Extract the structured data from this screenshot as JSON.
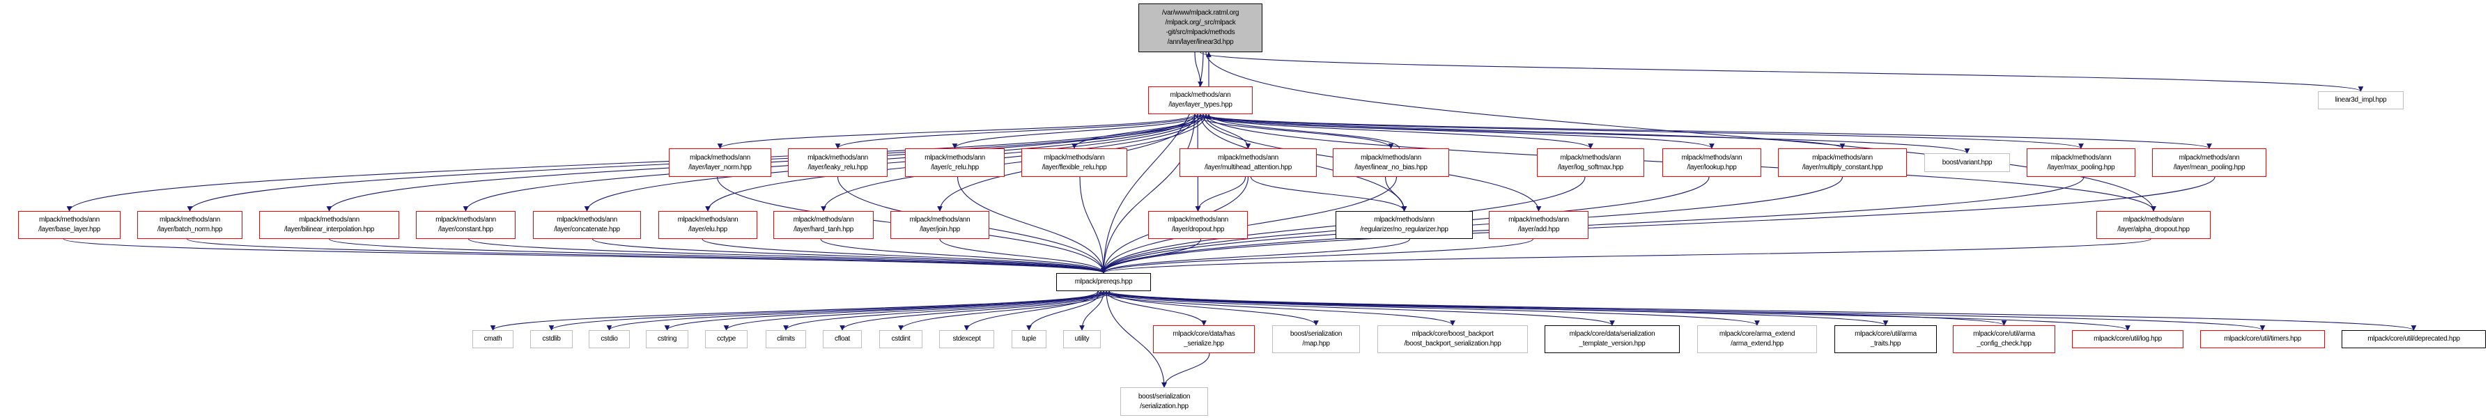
{
  "graph": {
    "edge_color": "#191970",
    "legend_colors": {
      "root": "#bfbfbf",
      "red": "#ff0000",
      "black": "#000000",
      "gray": "#bfbfbf"
    },
    "nodes": [
      {
        "id": "root",
        "label": "/var/www/mlpack.ratml.org\n/mlpack.org/_src/mlpack\n-git/src/mlpack/methods\n/ann/layer/linear3d.hpp",
        "style": "root"
      },
      {
        "id": "layer_types",
        "label": "mlpack/methods/ann\n/layer/layer_types.hpp",
        "style": "red"
      },
      {
        "id": "linear3d_impl",
        "label": "linear3d_impl.hpp",
        "style": "gray"
      },
      {
        "id": "layer_norm",
        "label": "mlpack/methods/ann\n/layer/layer_norm.hpp",
        "style": "red"
      },
      {
        "id": "leaky_relu",
        "label": "mlpack/methods/ann\n/layer/leaky_relu.hpp",
        "style": "red"
      },
      {
        "id": "c_relu",
        "label": "mlpack/methods/ann\n/layer/c_relu.hpp",
        "style": "red"
      },
      {
        "id": "flexible_relu",
        "label": "mlpack/methods/ann\n/layer/flexible_relu.hpp",
        "style": "red"
      },
      {
        "id": "multihead",
        "label": "mlpack/methods/ann\n/layer/multihead_attention.hpp",
        "style": "red"
      },
      {
        "id": "linear_no_bias",
        "label": "mlpack/methods/ann\n/layer/linear_no_bias.hpp",
        "style": "red"
      },
      {
        "id": "log_softmax",
        "label": "mlpack/methods/ann\n/layer/log_softmax.hpp",
        "style": "red"
      },
      {
        "id": "lookup",
        "label": "mlpack/methods/ann\n/layer/lookup.hpp",
        "style": "red"
      },
      {
        "id": "multiply_constant",
        "label": "mlpack/methods/ann\n/layer/multiply_constant.hpp",
        "style": "red"
      },
      {
        "id": "variant",
        "label": "boost/variant.hpp",
        "style": "gray"
      },
      {
        "id": "max_pooling",
        "label": "mlpack/methods/ann\n/layer/max_pooling.hpp",
        "style": "red"
      },
      {
        "id": "mean_pooling",
        "label": "mlpack/methods/ann\n/layer/mean_pooling.hpp",
        "style": "red"
      },
      {
        "id": "base_layer",
        "label": "mlpack/methods/ann\n/layer/base_layer.hpp",
        "style": "red"
      },
      {
        "id": "batch_norm",
        "label": "mlpack/methods/ann\n/layer/batch_norm.hpp",
        "style": "red"
      },
      {
        "id": "bilinear",
        "label": "mlpack/methods/ann\n/layer/bilinear_interpolation.hpp",
        "style": "red"
      },
      {
        "id": "constant",
        "label": "mlpack/methods/ann\n/layer/constant.hpp",
        "style": "red"
      },
      {
        "id": "concatenate",
        "label": "mlpack/methods/ann\n/layer/concatenate.hpp",
        "style": "red"
      },
      {
        "id": "elu",
        "label": "mlpack/methods/ann\n/layer/elu.hpp",
        "style": "red"
      },
      {
        "id": "hard_tanh",
        "label": "mlpack/methods/ann\n/layer/hard_tanh.hpp",
        "style": "red"
      },
      {
        "id": "join",
        "label": "mlpack/methods/ann\n/layer/join.hpp",
        "style": "red"
      },
      {
        "id": "dropout",
        "label": "mlpack/methods/ann\n/layer/dropout.hpp",
        "style": "red"
      },
      {
        "id": "no_regularizer",
        "label": "mlpack/methods/ann\n/regularizer/no_regularizer.hpp",
        "style": "black"
      },
      {
        "id": "add",
        "label": "mlpack/methods/ann\n/layer/add.hpp",
        "style": "red"
      },
      {
        "id": "alpha_dropout",
        "label": "mlpack/methods/ann\n/layer/alpha_dropout.hpp",
        "style": "red"
      },
      {
        "id": "prereqs",
        "label": "mlpack/prereqs.hpp",
        "style": "black"
      },
      {
        "id": "cmath",
        "label": "cmath",
        "style": "gray"
      },
      {
        "id": "cstdlib",
        "label": "cstdlib",
        "style": "gray"
      },
      {
        "id": "cstdio",
        "label": "cstdio",
        "style": "gray"
      },
      {
        "id": "cstring",
        "label": "cstring",
        "style": "gray"
      },
      {
        "id": "cctype",
        "label": "cctype",
        "style": "gray"
      },
      {
        "id": "climits",
        "label": "climits",
        "style": "gray"
      },
      {
        "id": "cfloat",
        "label": "cfloat",
        "style": "gray"
      },
      {
        "id": "cstdint",
        "label": "cstdint",
        "style": "gray"
      },
      {
        "id": "stdexcept",
        "label": "stdexcept",
        "style": "gray"
      },
      {
        "id": "tuple",
        "label": "tuple",
        "style": "gray"
      },
      {
        "id": "utility",
        "label": "utility",
        "style": "gray"
      },
      {
        "id": "has_serialize",
        "label": "mlpack/core/data/has\n_serialize.hpp",
        "style": "red"
      },
      {
        "id": "map",
        "label": "boost/serialization\n/map.hpp",
        "style": "gray"
      },
      {
        "id": "boost_backport",
        "label": "mlpack/core/boost_backport\n/boost_backport_serialization.hpp",
        "style": "gray"
      },
      {
        "id": "template_version",
        "label": "mlpack/core/data/serialization\n_template_version.hpp",
        "style": "black"
      },
      {
        "id": "arma_extend",
        "label": "mlpack/core/arma_extend\n/arma_extend.hpp",
        "style": "gray"
      },
      {
        "id": "arma_traits",
        "label": "mlpack/core/util/arma\n_traits.hpp",
        "style": "black"
      },
      {
        "id": "arma_config_check",
        "label": "mlpack/core/util/arma\n_config_check.hpp",
        "style": "red"
      },
      {
        "id": "log",
        "label": "mlpack/core/util/log.hpp",
        "style": "red"
      },
      {
        "id": "timers",
        "label": "mlpack/core/util/timers.hpp",
        "style": "red"
      },
      {
        "id": "deprecated",
        "label": "mlpack/core/util/deprecated.hpp",
        "style": "black"
      },
      {
        "id": "serialization",
        "label": "boost/serialization\n/serialization.hpp",
        "style": "gray"
      }
    ],
    "edges": [
      [
        "root",
        "layer_types"
      ],
      [
        "layer_types",
        "root"
      ],
      [
        "root",
        "linear3d_impl"
      ],
      [
        "root",
        "prereqs"
      ],
      [
        "root",
        "alpha_dropout"
      ],
      [
        "layer_types",
        "layer_norm"
      ],
      [
        "layer_types",
        "leaky_relu"
      ],
      [
        "layer_types",
        "c_relu"
      ],
      [
        "layer_types",
        "flexible_relu"
      ],
      [
        "layer_types",
        "multihead"
      ],
      [
        "layer_types",
        "linear_no_bias"
      ],
      [
        "linear_no_bias",
        "layer_types"
      ],
      [
        "layer_types",
        "log_softmax"
      ],
      [
        "layer_types",
        "lookup"
      ],
      [
        "layer_types",
        "multiply_constant"
      ],
      [
        "layer_types",
        "variant"
      ],
      [
        "layer_types",
        "max_pooling"
      ],
      [
        "layer_types",
        "mean_pooling"
      ],
      [
        "layer_types",
        "base_layer"
      ],
      [
        "layer_types",
        "batch_norm"
      ],
      [
        "layer_types",
        "bilinear"
      ],
      [
        "layer_types",
        "constant"
      ],
      [
        "layer_types",
        "concatenate"
      ],
      [
        "layer_types",
        "elu"
      ],
      [
        "layer_types",
        "hard_tanh"
      ],
      [
        "layer_types",
        "join"
      ],
      [
        "layer_types",
        "dropout"
      ],
      [
        "layer_types",
        "no_regularizer"
      ],
      [
        "layer_types",
        "add"
      ],
      [
        "layer_types",
        "alpha_dropout"
      ],
      [
        "layer_types",
        "prereqs"
      ],
      [
        "multihead",
        "dropout"
      ],
      [
        "multihead",
        "prereqs"
      ],
      [
        "multihead",
        "no_regularizer"
      ],
      [
        "linear_no_bias",
        "prereqs"
      ],
      [
        "linear_no_bias",
        "no_regularizer"
      ],
      [
        "layer_norm",
        "prereqs"
      ],
      [
        "leaky_relu",
        "prereqs"
      ],
      [
        "c_relu",
        "prereqs"
      ],
      [
        "flexible_relu",
        "prereqs"
      ],
      [
        "log_softmax",
        "prereqs"
      ],
      [
        "lookup",
        "prereqs"
      ],
      [
        "multiply_constant",
        "prereqs"
      ],
      [
        "max_pooling",
        "prereqs"
      ],
      [
        "mean_pooling",
        "prereqs"
      ],
      [
        "base_layer",
        "prereqs"
      ],
      [
        "batch_norm",
        "prereqs"
      ],
      [
        "bilinear",
        "prereqs"
      ],
      [
        "constant",
        "prereqs"
      ],
      [
        "concatenate",
        "prereqs"
      ],
      [
        "elu",
        "prereqs"
      ],
      [
        "hard_tanh",
        "prereqs"
      ],
      [
        "join",
        "prereqs"
      ],
      [
        "dropout",
        "prereqs"
      ],
      [
        "no_regularizer",
        "prereqs"
      ],
      [
        "add",
        "prereqs"
      ],
      [
        "alpha_dropout",
        "prereqs"
      ],
      [
        "prereqs",
        "cmath"
      ],
      [
        "prereqs",
        "cstdlib"
      ],
      [
        "prereqs",
        "cstdio"
      ],
      [
        "prereqs",
        "cstring"
      ],
      [
        "prereqs",
        "cctype"
      ],
      [
        "prereqs",
        "climits"
      ],
      [
        "prereqs",
        "cfloat"
      ],
      [
        "prereqs",
        "cstdint"
      ],
      [
        "prereqs",
        "stdexcept"
      ],
      [
        "prereqs",
        "tuple"
      ],
      [
        "prereqs",
        "utility"
      ],
      [
        "prereqs",
        "has_serialize"
      ],
      [
        "prereqs",
        "map"
      ],
      [
        "prereqs",
        "boost_backport"
      ],
      [
        "prereqs",
        "template_version"
      ],
      [
        "prereqs",
        "arma_extend"
      ],
      [
        "prereqs",
        "arma_traits"
      ],
      [
        "prereqs",
        "arma_config_check"
      ],
      [
        "prereqs",
        "log"
      ],
      [
        "prereqs",
        "timers"
      ],
      [
        "prereqs",
        "deprecated"
      ],
      [
        "prereqs",
        "serialization"
      ],
      [
        "has_serialize",
        "serialization"
      ]
    ]
  }
}
